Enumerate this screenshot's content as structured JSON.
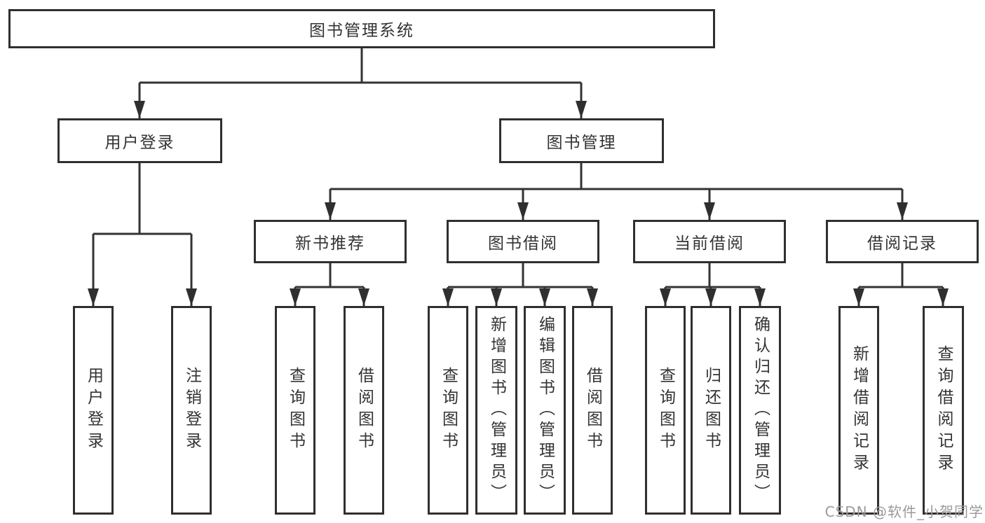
{
  "nodes": {
    "root": {
      "label": "图书管理系统"
    },
    "user_login": {
      "label": "用户登录"
    },
    "book_management": {
      "label": "图书管理"
    },
    "leaf_user_login": {
      "label": "用户登录"
    },
    "leaf_logout": {
      "label": "注销登录"
    },
    "new_book_recommend": {
      "label": "新书推荐"
    },
    "book_borrowing": {
      "label": "图书借阅"
    },
    "current_borrowing": {
      "label": "当前借阅"
    },
    "borrowing_records": {
      "label": "借阅记录"
    },
    "nbr_query_books": {
      "label": "查询图书"
    },
    "nbr_borrow_books": {
      "label": "借阅图书"
    },
    "bb_query_books": {
      "label": "查询图书"
    },
    "bb_add_books": {
      "label": "新增图书（管理员）"
    },
    "bb_edit_books": {
      "label": "编辑图书（管理员）"
    },
    "bb_borrow_books": {
      "label": "借阅图书"
    },
    "cb_query_books": {
      "label": "查询图书"
    },
    "cb_return_books": {
      "label": "归还图书"
    },
    "cb_confirm_return": {
      "label": "确认归还（管理员）"
    },
    "br_add_record": {
      "label": "新增借阅记录"
    },
    "br_query_record": {
      "label": "查询借阅记录"
    }
  },
  "edges": [
    [
      "root",
      "user_login"
    ],
    [
      "root",
      "book_management"
    ],
    [
      "user_login",
      "leaf_user_login"
    ],
    [
      "user_login",
      "leaf_logout"
    ],
    [
      "book_management",
      "new_book_recommend"
    ],
    [
      "book_management",
      "book_borrowing"
    ],
    [
      "book_management",
      "current_borrowing"
    ],
    [
      "book_management",
      "borrowing_records"
    ],
    [
      "new_book_recommend",
      "nbr_query_books"
    ],
    [
      "new_book_recommend",
      "nbr_borrow_books"
    ],
    [
      "book_borrowing",
      "bb_query_books"
    ],
    [
      "book_borrowing",
      "bb_add_books"
    ],
    [
      "book_borrowing",
      "bb_edit_books"
    ],
    [
      "book_borrowing",
      "bb_borrow_books"
    ],
    [
      "current_borrowing",
      "cb_query_books"
    ],
    [
      "current_borrowing",
      "cb_return_books"
    ],
    [
      "current_borrowing",
      "cb_confirm_return"
    ],
    [
      "borrowing_records",
      "br_add_record"
    ],
    [
      "borrowing_records",
      "br_query_record"
    ]
  ],
  "colors": {
    "line": "#333333",
    "box_border": "#2f2f2f",
    "text": "#333333",
    "background": "#ffffff",
    "watermark": "#9a9a9a"
  },
  "watermark": {
    "text": "CSDN @软件_小贺同学"
  }
}
